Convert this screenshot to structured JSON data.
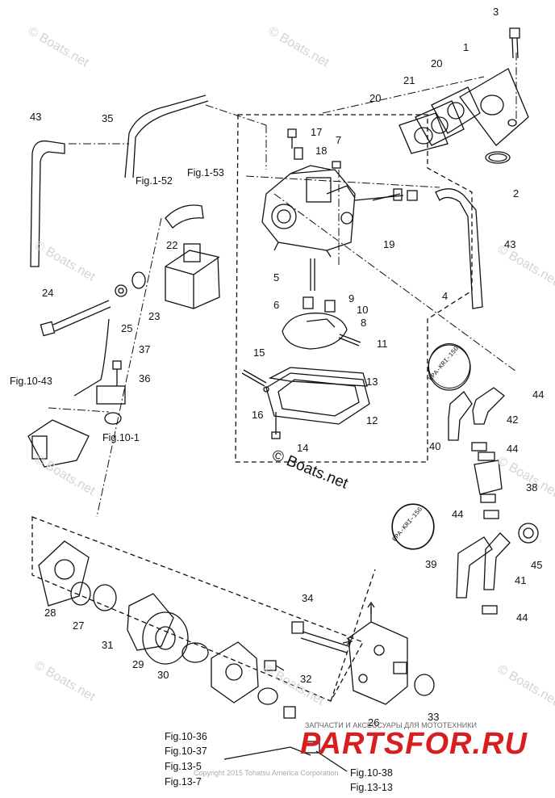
{
  "watermark": "© Boats.net",
  "copyright_stamp": "© Boats.net",
  "footer": {
    "copyright": "Copyright 2015 Tohatsu America Corporation",
    "tagline": "ЗАПЧАСТИ И АКСЕССУАРЫ ДЛЯ МОТОТЕХНИКИ",
    "brand": "PARTSFOR.RU"
  },
  "labels": {
    "p1": "1",
    "p2": "2",
    "p3": "3",
    "p4": "4",
    "p5": "5",
    "p6": "6",
    "p7": "7",
    "p8": "8",
    "p9": "9",
    "p10": "10",
    "p11": "11",
    "p12": "12",
    "p13": "13",
    "p14": "14",
    "p15": "15",
    "p16": "16",
    "p17": "17",
    "p18": "18",
    "p19": "19",
    "p20a": "20",
    "p20b": "20",
    "p21": "21",
    "p22": "22",
    "p23": "23",
    "p24": "24",
    "p25": "25",
    "p26": "26",
    "p27": "27",
    "p28": "28",
    "p29": "29",
    "p30": "30",
    "p31": "31",
    "p32": "32",
    "p33": "33",
    "p34": "34",
    "p35": "35",
    "p36": "36",
    "p37": "37",
    "p38": "38",
    "p39": "39",
    "p40": "40",
    "p41": "41",
    "p42": "42",
    "p43a": "43",
    "p43b": "43",
    "p44a": "44",
    "p44b": "44",
    "p44c": "44",
    "p44d": "44",
    "p45": "45"
  },
  "refs": {
    "fig1_52": "Fig.1-52",
    "fig1_53": "Fig.1-53",
    "fig10_43": "Fig.10-43",
    "fig10_1": "Fig.10-1",
    "fig10_36": "Fig.10-36",
    "fig10_37": "Fig.10-37",
    "fig13_5": "Fig.13-5",
    "fig13_7": "Fig.13-7",
    "fig10_38": "Fig.10-38",
    "fig13_13": "Fig.13-13"
  },
  "tags": {
    "epa1": "EPA-KRI-15G",
    "epa2": "EPA-KRI-15G"
  }
}
